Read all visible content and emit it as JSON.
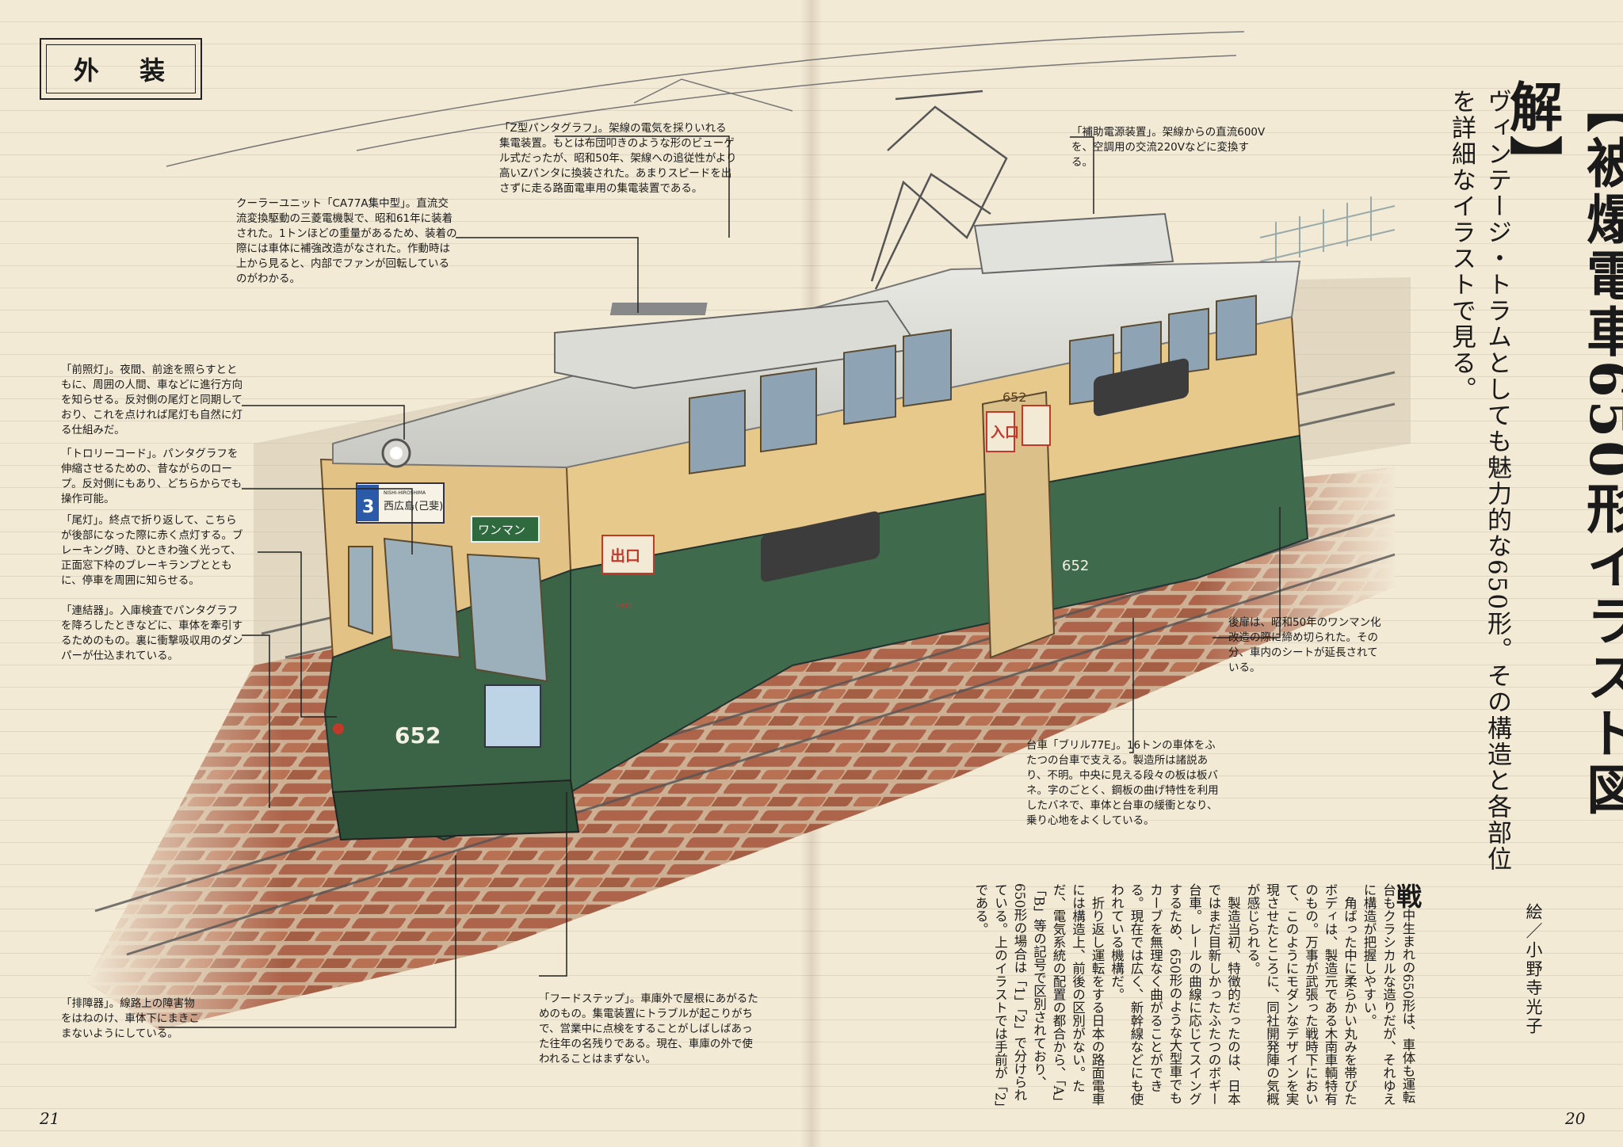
{
  "section_label": "外 装",
  "title": "【被爆電車650形イラスト図解】",
  "subtitle": "ヴィンテージ・トラムとしても魅力的な650形。その構造と各部位を詳細なイラストで見る。",
  "credit": "絵／小野寺光子",
  "car_number": "652",
  "roof_number": "652",
  "side_number": "652",
  "route_number": "3",
  "destination_sign": "西広島(己斐)",
  "destination_romaji": "NISHI-HIROSHIMA",
  "oneman_sign": "ワンマン",
  "exit_sign": "出口",
  "exit_en": "EXIT",
  "entrance_sign": "入口",
  "body_text": {
    "dropcap": "戦",
    "text": "中生まれの650形は、車体も運転台もクラシカルな造りだが、それゆえに構造が把握しやすい。\n　角ばった中に柔らかい丸みを帯びたボディは、製造元である木南車輌特有のもの。万事が武張った戦時下において、このようにモダンなデザインを実現させたところに、同社開発陣の気概が感じられる。\n　製造当初、特徴的だったのは、日本ではまだ目新しかったふたつのボギー台車。レールの曲線に応じてスイングするため、650形のような大型車でもカーブを無理なく曲がることができる。現在では広く、新幹線などにも使われている機構だ。\n　折り返し運転をする日本の路面電車には構造上、前後の区別がない。ただ、電気系統の配置の都合から、「A」「B」等の記号で区別されており、650形の場合は「1」「2」で分けられている。上のイラストでは手前が「2」である。"
  },
  "captions": {
    "pantograph": "「Z型パンタグラフ」。架線の電気を採りいれる集電装置。もとは布団叩きのような形のビューゲル式だったが、昭和50年、架線への追従性がより高いZパンタに換装された。あまりスピードを出さずに走る路面電車用の集電装置である。",
    "auxiliary_power": "「補助電源装置」。架線からの直流600Vを、空調用の交流220Vなどに変換する。",
    "cooler": "クーラーユニット「CA77A集中型」。直流交流変換駆動の三菱電機製で、昭和61年に装着された。1トンほどの重量があるため、装着の際には車体に補強改造がなされた。作動時は上から見ると、内部でファンが回転しているのがわかる。",
    "headlight": "「前照灯」。夜間、前途を照らすとともに、周囲の人間、車などに進行方向を知らせる。反対側の尾灯と同期しており、これを点ければ尾灯も自然に灯る仕組みだ。",
    "trolley_cord": "「トロリーコード」。パンタグラフを伸縮させるための、昔ながらのロープ。反対側にもあり、どちらからでも操作可能。",
    "taillight": "「尾灯」。終点で折り返して、こちらが後部になった際に赤く点灯する。ブレーキング時、ひときわ強く光って、正面窓下枠のブレーキランプとともに、停車を周囲に知らせる。",
    "coupler": "「連結器」。入庫検査でパンタグラフを降ろしたときなどに、車体を牽引するためのもの。裏に衝撃吸収用のダンパーが仕込まれている。",
    "rear_door": "後扉は、昭和50年のワンマン化改造の際に締め切られた。その分、車内のシートが延長されている。",
    "bogie": "台車「ブリル77E」。16トンの車体をふたつの台車で支える。製造所は諸説あり、不明。中央に見える段々の板は板バネ。字のごとく、鋼板の曲げ特性を利用したバネで、車体と台車の緩衝となり、乗り心地をよくしている。",
    "guard": "「排障器」。線路上の障害物をはねのけ、車体下にまきこまないようにしている。",
    "hood_step": "「フードステップ」。車庫外で屋根にあがるためのもの。集電装置にトラブルが起こりがちで、営業中に点検をすることがしばしばあった往年の名残りである。現在、車庫の外で使われることはまずない。"
  },
  "page_left": "21",
  "page_right": "20",
  "colors": {
    "body_green": "#3f6b4c",
    "body_cream": "#e8c98c",
    "roof_gray": "#d9d9d4",
    "brick": "#a5553a"
  }
}
